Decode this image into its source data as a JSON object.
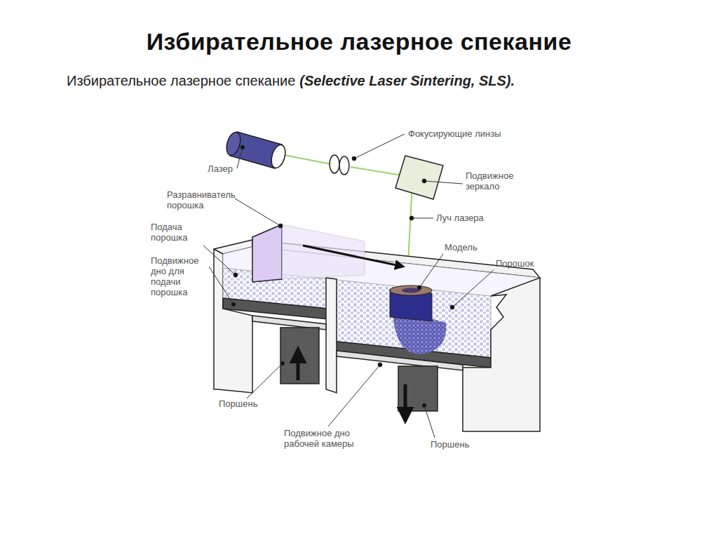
{
  "diagram": {
    "title": "Избирательное лазерное спекание",
    "labels": [
      "Избирательное лазерное спекание",
      "(Selective Laser Sintering, SLS).",
      "Фокусирующие линзы",
      "Лазер",
      "Подвижное зеркало",
      "Разравниватель порошка",
      "Луч лазера",
      "Подача порошка",
      "Модель",
      "Порошок",
      "Подвижное дно для подачи порошка",
      "Поршень",
      "Подвижное дно рабочей камеры",
      "Поршень"
    ]
  }
}
